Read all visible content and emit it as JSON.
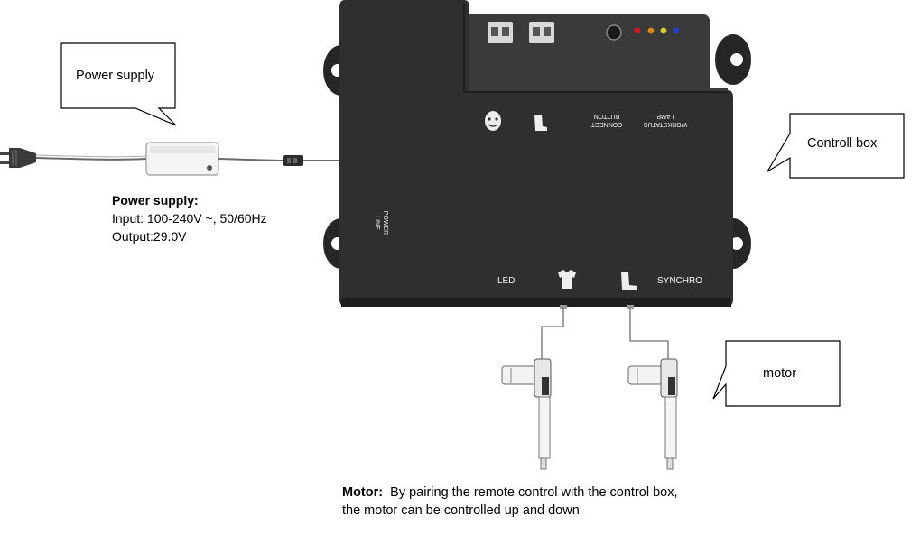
{
  "callouts": {
    "power_supply": "Power supply",
    "control_box": "Controll box",
    "motor": "motor"
  },
  "power_spec": {
    "heading": "Power supply:",
    "input": "Input: 100-240V ~, 50/60Hz",
    "output": "Output:29.0V"
  },
  "control_box_labels": {
    "connect_button": "CONNECT BUTTON",
    "work_status_lamp": "WORKSTATUS LAMP",
    "power_line": "POWER LINE",
    "led": "LED",
    "synchro": "SYNCHRO"
  },
  "motor_spec": {
    "heading": "Motor:",
    "line1": "By pairing the remote control with the control box,",
    "line2": "the motor can be controlled up and down"
  },
  "colors": {
    "box_body": "#2f2f2f",
    "box_shadow": "#1e1e1e",
    "lamp_red": "#d01818",
    "lamp_orange": "#e08a10",
    "lamp_yellow": "#d6d020",
    "lamp_blue": "#2040d0"
  }
}
